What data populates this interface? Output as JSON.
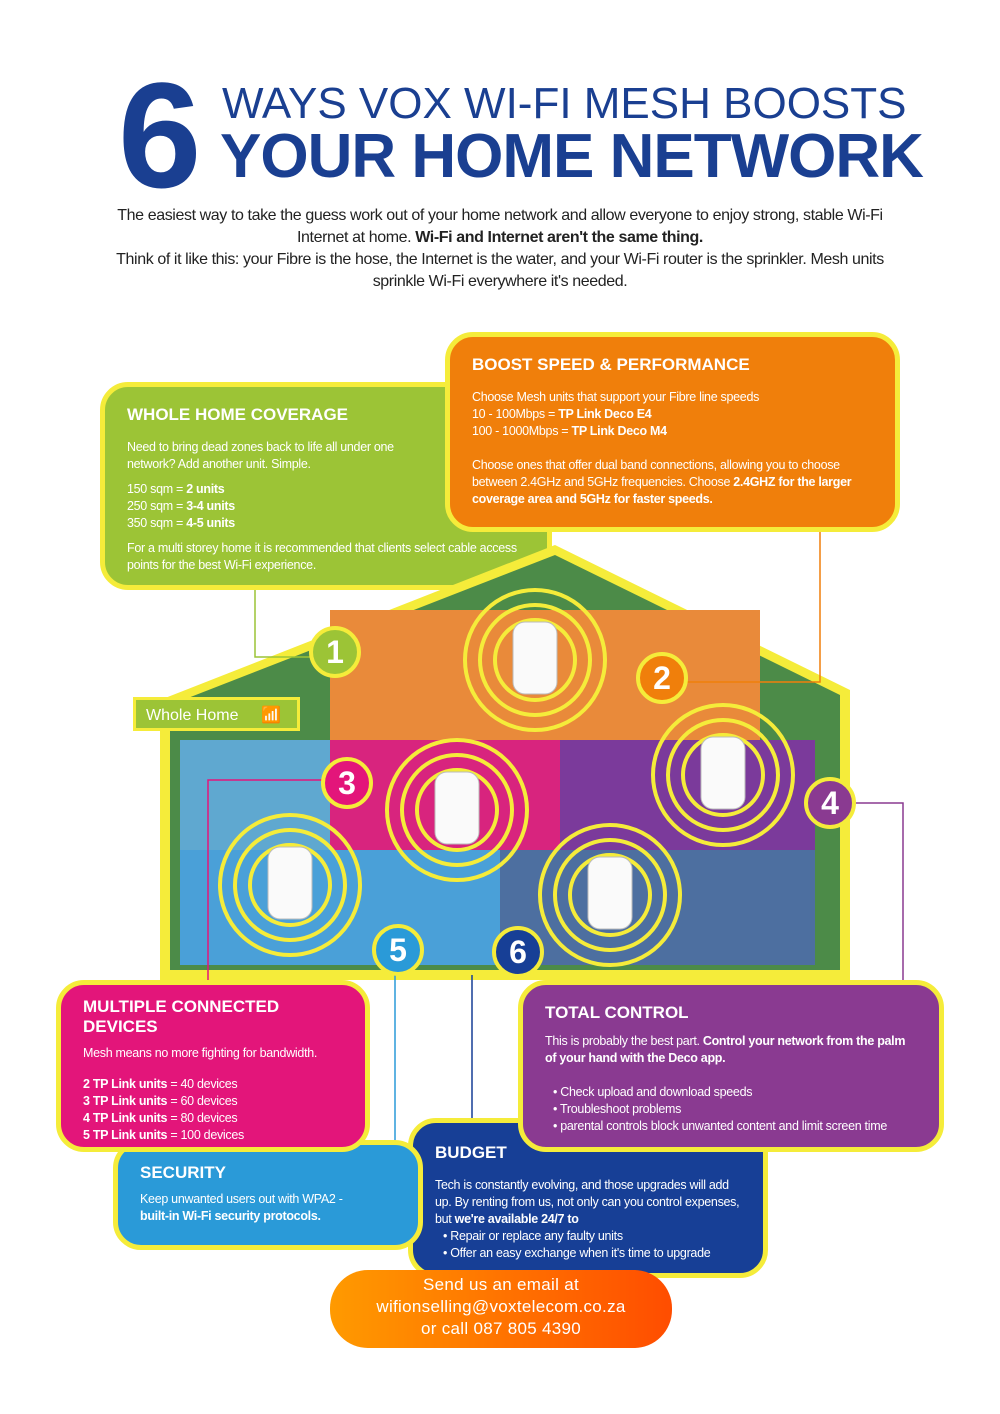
{
  "header": {
    "number": "6",
    "line1": "WAYS VOX WI-FI MESH BOOSTS",
    "line2": "YOUR HOME NETWORK"
  },
  "intro": {
    "p1": "The easiest way to take the guess work out of your home network and allow everyone to enjoy strong, stable Wi-Fi Internet at home.",
    "p1_bold": "Wi-Fi and Internet aren't the same thing.",
    "p2": "Think of it like this: your Fibre is the hose, the Internet is the water, and your Wi-Fi router is the sprinkler. Mesh units sprinkle Wi-Fi everywhere it's needed."
  },
  "coverage": {
    "title": "WHOLE HOME COVERAGE",
    "text": "Need to bring dead zones back to life all under one network? Add another unit. Simple.",
    "rows": [
      {
        "label": "150 sqm = ",
        "value": "2 units"
      },
      {
        "label": "250 sqm = ",
        "value": "3-4 units"
      },
      {
        "label": "350 sqm = ",
        "value": "4-5 units"
      }
    ],
    "note": "For a multi storey home it is recommended that clients select cable  access points for the best Wi-Fi experience."
  },
  "speed": {
    "title": "BOOST SPEED & PERFORMANCE",
    "text": "Choose Mesh units that support your Fibre line speeds",
    "rows": [
      {
        "label": "10 - 100Mbps = ",
        "value": "TP Link Deco E4"
      },
      {
        "label": "100 - 1000Mbps = ",
        "value": "TP Link Deco M4"
      }
    ],
    "text2": "Choose ones that offer dual band connections, allowing you to choose between 2.4GHz and 5GHz frequencies. Choose ",
    "text2_bold": "2.4GHZ for the larger coverage area and 5GHz for faster speeds."
  },
  "house": {
    "label": "Whole Home",
    "badges": [
      "1",
      "2",
      "3",
      "4",
      "5",
      "6"
    ]
  },
  "devices": {
    "title": "MULTIPLE CONNECTED DEVICES",
    "text": "Mesh means no more fighting for bandwidth.",
    "rows": [
      {
        "label": "2 TP Link units",
        "value": " = 40 devices"
      },
      {
        "label": "3 TP Link units",
        "value": " = 60 devices"
      },
      {
        "label": "4 TP Link units",
        "value": " = 80 devices"
      },
      {
        "label": "5 TP Link units",
        "value": " = 100 devices"
      }
    ]
  },
  "control": {
    "title": "TOTAL CONTROL",
    "text": "This is probably the best part. ",
    "text_bold": "Control your network from the palm of your hand with the Deco app.",
    "bullets": [
      "Check upload and download speeds",
      "Troubleshoot problems",
      "parental controls block unwanted content and limit screen time"
    ]
  },
  "security": {
    "title": "SECURITY",
    "text": "Keep unwanted users out with WPA2 - ",
    "text_bold": "built-in Wi-Fi security protocols."
  },
  "budget": {
    "title": "BUDGET",
    "text": "Tech is constantly evolving, and those upgrades will add up. By renting from us, not only can you control expenses, but ",
    "text_bold": "we're available 24/7 to",
    "bullets": [
      "Repair or replace any faulty units",
      "Offer an easy exchange when it's time to upgrade"
    ]
  },
  "contact": {
    "line1": "Send us an email at",
    "email": "wifionselling@voxtelecom.co.za",
    "line3": "or call 087 805 4390"
  }
}
